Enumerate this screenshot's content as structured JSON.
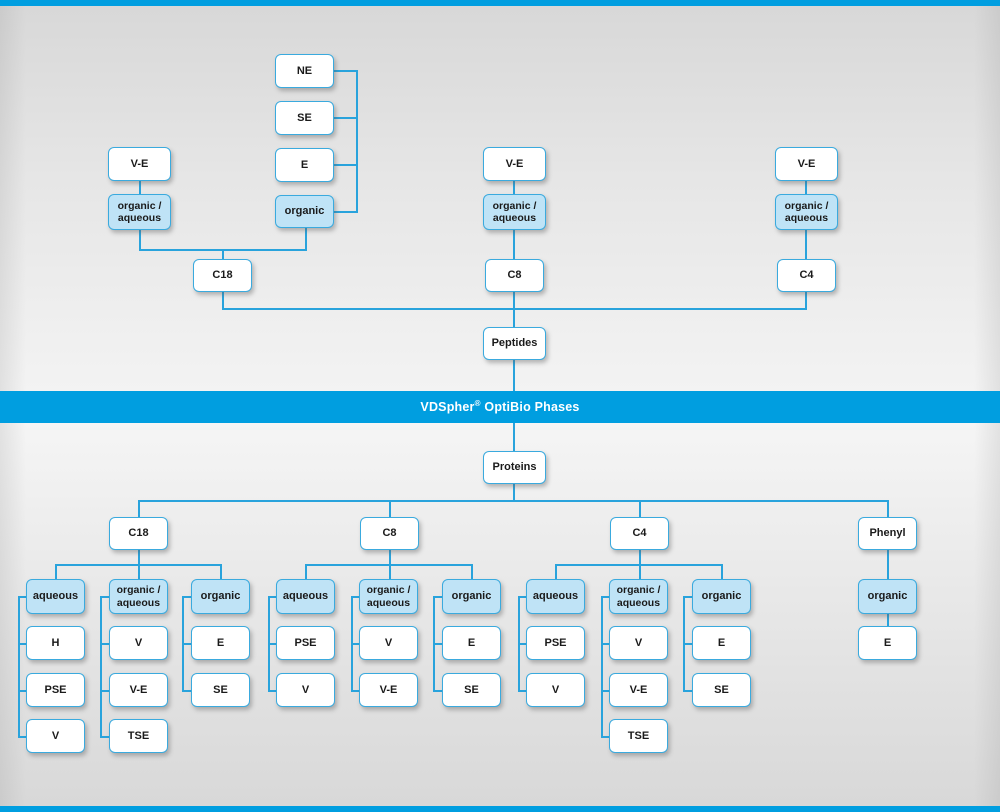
{
  "banner": {
    "brand": "VDSpher",
    "registered": "®",
    "suffix": " OptiBio Phases",
    "text": "VDSpher® OptiBio Phases",
    "bg_color": "#009ee0",
    "text_color": "#ffffff"
  },
  "theme": {
    "accent": "#009ee0",
    "line": "#29a3dc",
    "box_border": "#3aaade",
    "box_fill_highlight": "#bfe3f6",
    "box_fill_default": "#ffffff",
    "page_bg": "#e6e6e6",
    "text": "#1a1a1a"
  },
  "peptides": {
    "root_label": "Peptides",
    "columns": [
      {
        "phase_label": "C18",
        "modes": [
          {
            "mode_label": "organic /\naqueous",
            "highlight": true,
            "products": [
              "V-E"
            ]
          },
          {
            "mode_label": "organic",
            "highlight": true,
            "products": [
              "NE",
              "SE",
              "E"
            ]
          }
        ]
      },
      {
        "phase_label": "C8",
        "modes": [
          {
            "mode_label": "organic /\naqueous",
            "highlight": true,
            "products": [
              "V-E"
            ]
          }
        ]
      },
      {
        "phase_label": "C4",
        "modes": [
          {
            "mode_label": "organic /\naqueous",
            "highlight": true,
            "products": [
              "V-E"
            ]
          }
        ]
      }
    ]
  },
  "proteins": {
    "root_label": "Proteins",
    "columns": [
      {
        "phase_label": "C18",
        "modes": [
          {
            "mode_label": "aqueous",
            "highlight": true,
            "products": [
              "H",
              "PSE",
              "V"
            ]
          },
          {
            "mode_label": "organic /\naqueous",
            "highlight": true,
            "products": [
              "V",
              "V-E",
              "TSE"
            ]
          },
          {
            "mode_label": "organic",
            "highlight": true,
            "products": [
              "E",
              "SE"
            ]
          }
        ]
      },
      {
        "phase_label": "C8",
        "modes": [
          {
            "mode_label": "aqueous",
            "highlight": true,
            "products": [
              "PSE",
              "V"
            ]
          },
          {
            "mode_label": "organic /\naqueous",
            "highlight": true,
            "products": [
              "V",
              "V-E"
            ]
          },
          {
            "mode_label": "organic",
            "highlight": true,
            "products": [
              "E",
              "SE"
            ]
          }
        ]
      },
      {
        "phase_label": "C4",
        "modes": [
          {
            "mode_label": "aqueous",
            "highlight": true,
            "products": [
              "PSE",
              "V"
            ]
          },
          {
            "mode_label": "organic /\naqueous",
            "highlight": true,
            "products": [
              "V",
              "V-E",
              "TSE"
            ]
          },
          {
            "mode_label": "organic",
            "highlight": true,
            "products": [
              "E",
              "SE"
            ]
          }
        ]
      },
      {
        "phase_label": "Phenyl",
        "modes": [
          {
            "mode_label": "organic",
            "highlight": true,
            "products": [
              "E"
            ]
          }
        ]
      }
    ]
  },
  "nodes": {
    "top_c18_ve": "V-E",
    "top_c18_oa": "organic /\naqueous",
    "top_c18_org": "organic",
    "top_ne": "NE",
    "top_se": "SE",
    "top_e": "E",
    "c18": "C18",
    "top_c8_ve": "V-E",
    "top_c8_oa": "organic /\naqueous",
    "c8": "C8",
    "top_c4_ve": "V-E",
    "top_c4_oa": "organic /\naqueous",
    "c4": "C4",
    "peptides": "Peptides",
    "proteins": "Proteins",
    "b_c18": "C18",
    "b_c8": "C8",
    "b_c4": "C4",
    "b_phenyl": "Phenyl",
    "c18_aqueous": "aqueous",
    "c18_aq_h": "H",
    "c18_aq_pse": "PSE",
    "c18_aq_v": "V",
    "c18_oa": "organic /\naqueous",
    "c18_oa_v": "V",
    "c18_oa_ve": "V-E",
    "c18_oa_tse": "TSE",
    "c18_org": "organic",
    "c18_org_e": "E",
    "c18_org_se": "SE",
    "c8_aqueous": "aqueous",
    "c8_aq_pse": "PSE",
    "c8_aq_v": "V",
    "c8_oa": "organic /\naqueous",
    "c8_oa_v": "V",
    "c8_oa_ve": "V-E",
    "c8_org": "organic",
    "c8_org_e": "E",
    "c8_org_se": "SE",
    "c4_aqueous": "aqueous",
    "c4_aq_pse": "PSE",
    "c4_aq_v": "V",
    "c4_oa": "organic /\naqueous",
    "c4_oa_v": "V",
    "c4_oa_ve": "V-E",
    "c4_oa_tse": "TSE",
    "c4_org": "organic",
    "c4_org_e": "E",
    "c4_org_se": "SE",
    "phenyl_org": "organic",
    "phenyl_org_e": "E"
  }
}
